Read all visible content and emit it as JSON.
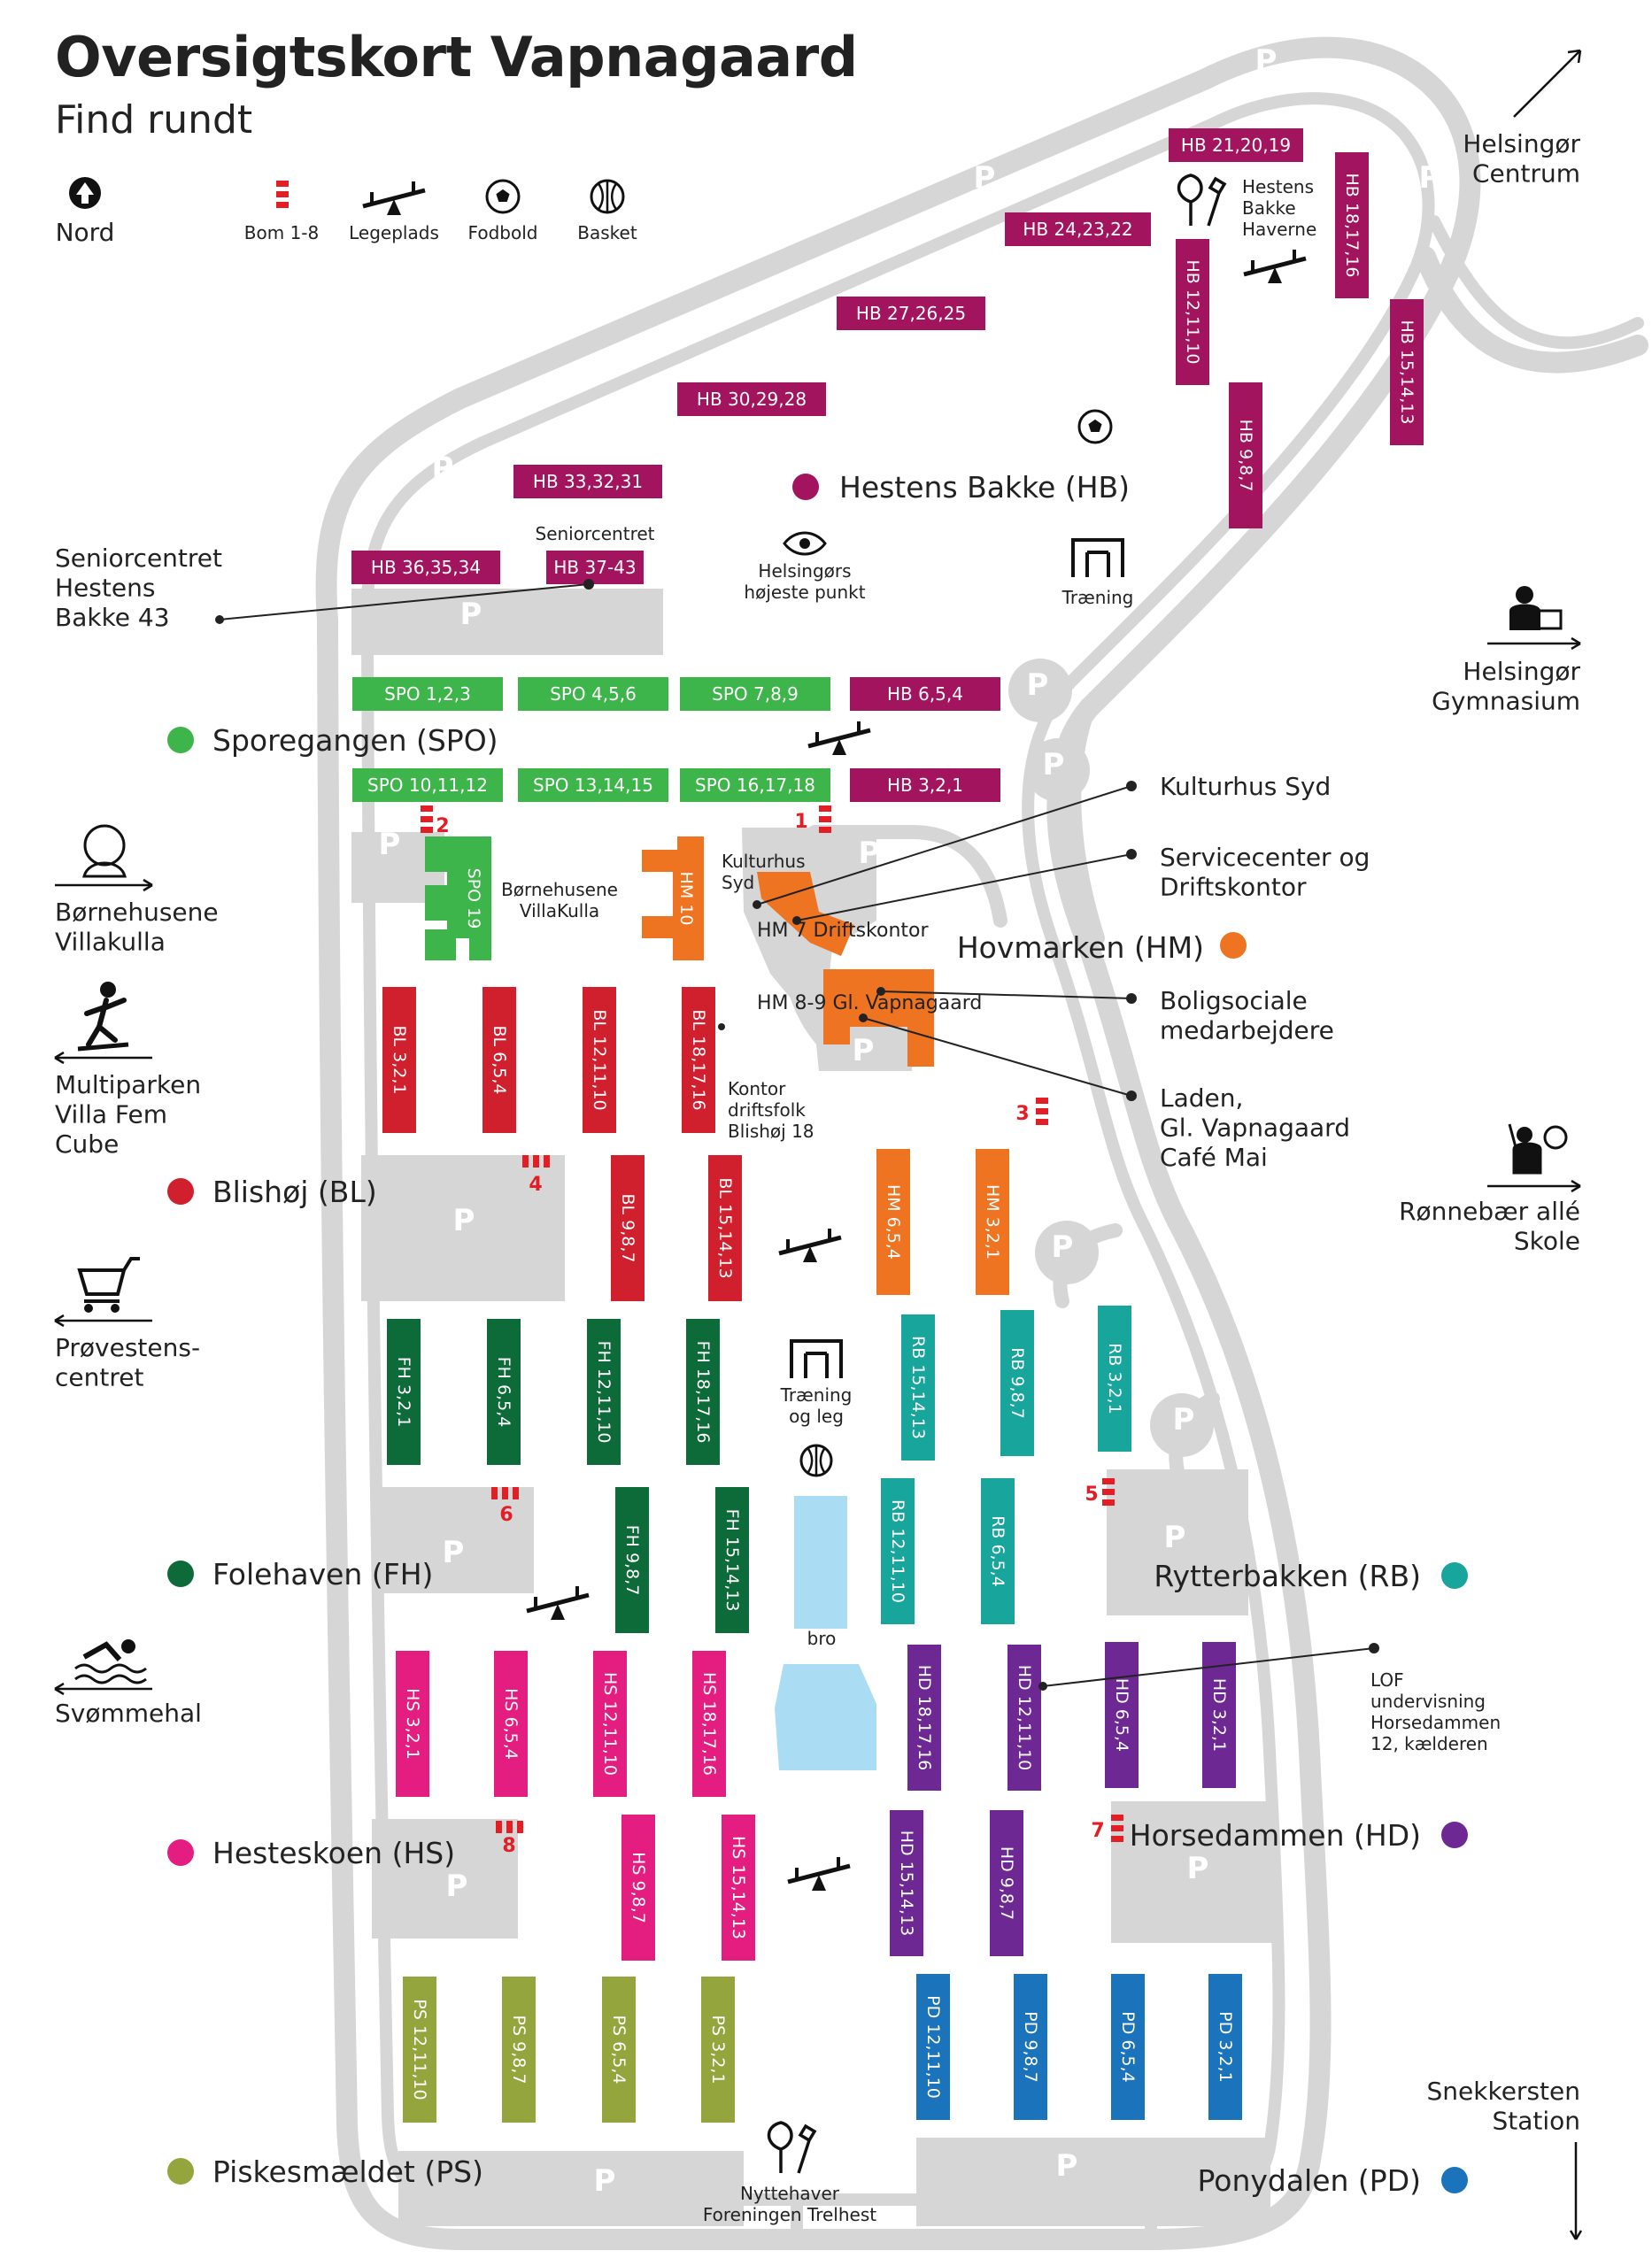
{
  "header": {
    "title": "Oversigtskort Vapnagaard",
    "subtitle": "Find rundt"
  },
  "legend": {
    "nord": "Nord",
    "bom": "Bom 1-8",
    "legeplads": "Legeplads",
    "fodbold": "Fodbold",
    "basket": "Basket"
  },
  "colors": {
    "HB": "#a2145e",
    "SPO": "#3db54a",
    "HM": "#ee7422",
    "BL": "#d0202e",
    "FH": "#0d6b3a",
    "RB": "#17a59c",
    "HS": "#e31e80",
    "HD": "#6d2894",
    "PS": "#94a53d",
    "PD": "#1a73bb",
    "parking": "#d6d6d6",
    "road": "#d6d6d6",
    "water": "#aadcf4"
  },
  "areas": {
    "HB": "Hestens Bakke (HB)",
    "SPO": "Sporegangen (SPO)",
    "HM": "Hovmarken (HM)",
    "BL": "Blishøj (BL)",
    "FH": "Folehaven (FH)",
    "RB": "Rytterbakken (RB)",
    "HS": "Hesteskoen (HS)",
    "HD": "Horsedammen (HD)",
    "PS": "Piskesmældet (PS)",
    "PD": "Ponydalen (PD)"
  },
  "blocks": {
    "hb1": "HB 21,20,19",
    "hb2": "HB 24,23,22",
    "hb3": "HB 27,26,25",
    "hb4": "HB 30,29,28",
    "hb5": "HB 33,32,31",
    "hb6": "HB 36,35,34",
    "hb7": "HB 37-43",
    "hb8": "HB 12,11,10",
    "hb9": "HB 18,17,16",
    "hb10": "HB 15,14,13",
    "hb11": "HB 9,8,7",
    "hb12": "HB 6,5,4",
    "hb13": "HB 3,2,1",
    "spo1": "SPO 1,2,3",
    "spo2": "SPO 4,5,6",
    "spo3": "SPO 7,8,9",
    "spo4": "SPO 10,11,12",
    "spo5": "SPO 13,14,15",
    "spo6": "SPO 16,17,18",
    "spo7": "SPO 19",
    "hm1": "HM 10",
    "bl1": "BL 3,2,1",
    "bl2": "BL 6,5,4",
    "bl3": "BL 12,11,10",
    "bl4": "BL 18,17,16",
    "bl5": "BL 9,8,7",
    "bl6": "BL 15,14,13",
    "hm2": "HM 6,5,4",
    "hm3": "HM 3,2,1",
    "fh1": "FH 3,2,1",
    "fh2": "FH 6,5,4",
    "fh3": "FH 12,11,10",
    "fh4": "FH 18,17,16",
    "fh5": "FH 9,8,7",
    "fh6": "FH 15,14,13",
    "rb1": "RB 15,14,13",
    "rb2": "RB 9,8,7",
    "rb3": "RB 3,2,1",
    "rb4": "RB 12,11,10",
    "rb5": "RB 6,5,4",
    "hs1": "HS 3,2,1",
    "hs2": "HS 6,5,4",
    "hs3": "HS 12,11,10",
    "hs4": "HS 18,17,16",
    "hs5": "HS 9,8,7",
    "hs6": "HS 15,14,13",
    "hd1": "HD 18,17,16",
    "hd2": "HD 12,11,10",
    "hd3": "HD 6,5,4",
    "hd4": "HD 3,2,1",
    "hd5": "HD 15,14,13",
    "hd6": "HD 9,8,7",
    "ps1": "PS 12,11,10",
    "ps2": "PS 9,8,7",
    "ps3": "PS 6,5,4",
    "ps4": "PS 3,2,1",
    "pd1": "PD 12,11,10",
    "pd2": "PD 9,8,7",
    "pd3": "PD 6,5,4",
    "pd4": "PD 3,2,1"
  },
  "labels": {
    "seniorcentret": "Seniorcentret",
    "seniorcentret_hb43": [
      "Seniorcentret",
      "Hestens",
      "Bakke 43"
    ],
    "hestens_haverne": [
      "Hestens",
      "Bakke",
      "Haverne"
    ],
    "helsingor_hojeste": [
      "Helsingørs",
      "højeste punkt"
    ],
    "traening": "Træning",
    "traening_leg": [
      "Træning",
      "og leg"
    ],
    "bornehusene_villakulla": [
      "Børnehusene",
      "VillaKulla"
    ],
    "kulturhus_syd_small": [
      "Kulturhus",
      "Syd"
    ],
    "hm7": "HM 7 Driftskontor",
    "hm89": "HM 8-9 Gl. Vapnagaard",
    "kontor": [
      "Kontor",
      "driftsfolk",
      "Blishøj 18"
    ],
    "bro": "bro",
    "lof": [
      "LOF",
      "undervisning",
      "Horsedammen",
      "12, kælderen"
    ],
    "nyttehaver": [
      "Nyttehaver",
      "Foreningen Trelhest"
    ],
    "kulturhus_syd": "Kulturhus Syd",
    "servicecenter": [
      "Servicecenter og",
      "Driftskontor"
    ],
    "boligsociale": [
      "Boligsociale",
      "medarbejdere"
    ],
    "laden": [
      "Laden,",
      "Gl. Vapnagaard",
      "Café Mai"
    ]
  },
  "destinations": {
    "helsingor_centrum": [
      "Helsingør",
      "Centrum"
    ],
    "helsingor_gymnasium": [
      "Helsingør",
      "Gymnasium"
    ],
    "ronnebaer": [
      "Rønnebær allé",
      "Skole"
    ],
    "snekkersten": [
      "Snekkersten",
      "Station"
    ],
    "bornehusene": [
      "Børnehusene",
      "Villakulla"
    ],
    "multiparken": [
      "Multiparken",
      "Villa Fem",
      "Cube"
    ],
    "provestens": [
      "Prøvestens-",
      "centret"
    ],
    "svommehal": "Svømmehal"
  },
  "parking_letter": "P",
  "gates": [
    "1",
    "2",
    "3",
    "4",
    "5",
    "6",
    "7",
    "8"
  ]
}
